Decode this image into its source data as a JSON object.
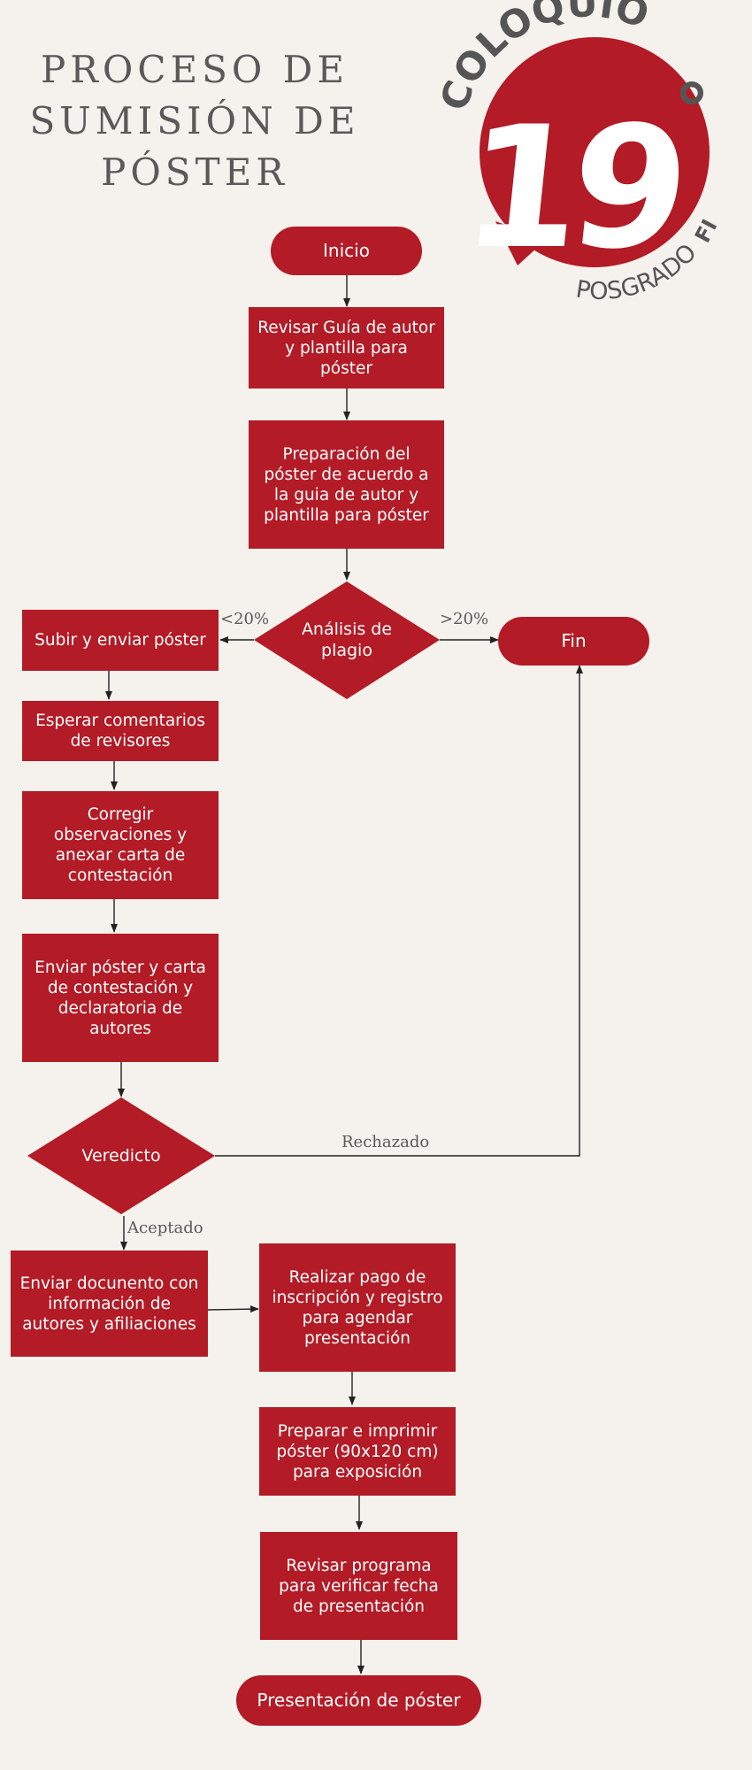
{
  "title": {
    "line1": "PROCESO DE",
    "line2": "SUMISIÓN DE",
    "line3": "PÓSTER"
  },
  "logo": {
    "word_top": "COLOQUIO",
    "number": "19",
    "degree": "°",
    "word_bottom": "POSGRADO",
    "mark": "FI",
    "accent_color": "#b31b26",
    "text_color": "#555555"
  },
  "nodes": {
    "inicio": "Inicio",
    "revisar_guia": "Revisar Guía de autor y plantilla para póster",
    "preparacion": "Preparación del póster de acuerdo a la guia de autor y plantilla para póster",
    "analisis": "Análisis de plagio",
    "fin": "Fin",
    "subir": "Subir y enviar póster",
    "esperar": "Esperar comentarios de revisores",
    "corregir": "Corregir observaciones y anexar carta de contestación",
    "enviar_carta": "Enviar póster y carta de contestación y declaratoria de autores",
    "veredicto": "Veredicto",
    "enviar_documento": "Enviar docunento con información de autores y afiliaciones",
    "pago": "Realizar pago de inscripción y registro para agendar presentación",
    "preparar_imprimir": "Preparar e imprimir póster (90x120 cm) para exposición",
    "revisar_programa": "Revisar programa para verificar fecha de presentación",
    "presentacion": "Presentación de póster"
  },
  "edge_labels": {
    "menos20": "<20%",
    "mas20": ">20%",
    "rechazado": "Rechazado",
    "aceptado": "Aceptado"
  },
  "colors": {
    "background": "#f5f1ed",
    "node_fill": "#b31b26",
    "node_text": "#ffffff",
    "title_text": "#5c5858",
    "line": "#222222"
  }
}
